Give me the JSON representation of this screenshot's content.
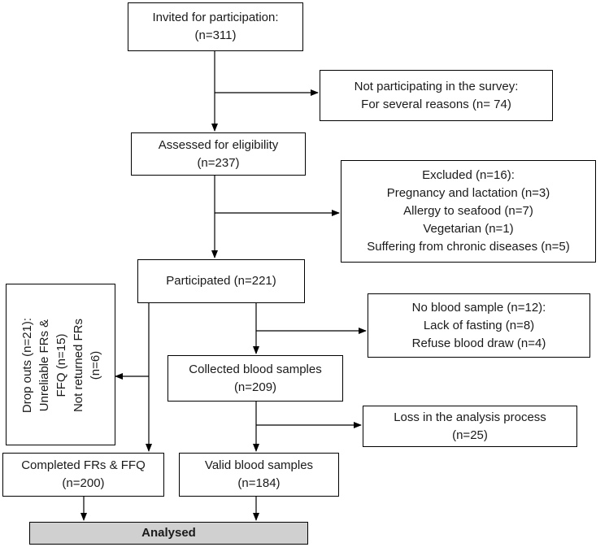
{
  "invited": {
    "line1": "Invited for participation:",
    "line2": "(n=311)"
  },
  "not_participating": {
    "line1": "Not participating in the survey:",
    "line2": "For several reasons (n= 74)"
  },
  "assessed": {
    "line1": "Assessed for eligibility",
    "line2": "(n=237)"
  },
  "excluded": {
    "title": "Excluded (n=16):",
    "items": [
      "Pregnancy and lactation (n=3)",
      "Allergy to seafood (n=7)",
      "Vegetarian (n=1)",
      "Suffering from chronic diseases (n=5)"
    ]
  },
  "participated": {
    "label": "Participated (n=221)"
  },
  "no_blood": {
    "title": "No blood sample (n=12):",
    "items": [
      "Lack of fasting (n=8)",
      "Refuse blood draw (n=4)"
    ]
  },
  "dropouts": {
    "lines": [
      "Drop outs (n=21):",
      "Unreliable FRs &",
      "FFQ (n=15)",
      "Not returned FRs",
      "(n=6)"
    ]
  },
  "collected": {
    "line1": "Collected blood samples",
    "line2": "(n=209)"
  },
  "loss": {
    "line1": "Loss in the analysis process",
    "line2": "(n=25)"
  },
  "completed": {
    "line1": "Completed FRs & FFQ",
    "line2": "(n=200)"
  },
  "valid": {
    "line1": "Valid blood samples",
    "line2": "(n=184)"
  },
  "analysed": {
    "label": "Analysed"
  }
}
